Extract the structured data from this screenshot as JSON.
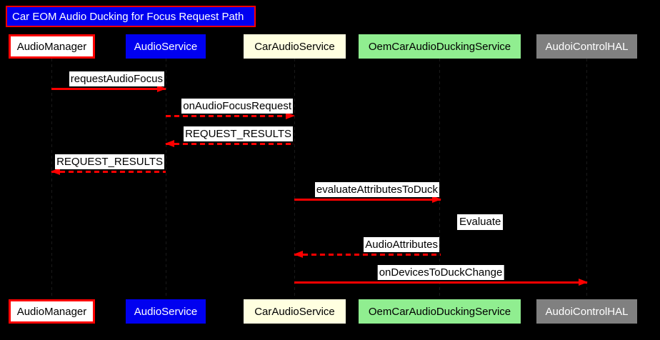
{
  "diagram": {
    "title": "Car EOM Audio Ducking for Focus Request Path",
    "background_color": "#000000",
    "accent_color": "#FF0000"
  },
  "participants": [
    {
      "id": "audiomanager",
      "label": "AudioManager",
      "fill": "#FFFFFF",
      "text_color": "#000000",
      "border": "#FF0000"
    },
    {
      "id": "audioservice",
      "label": "AudioService",
      "fill": "#0000F0",
      "text_color": "#FFFFFF",
      "border": "#0000F0"
    },
    {
      "id": "caraudioservice",
      "label": "CarAudioService",
      "fill": "#FFFFE0",
      "text_color": "#000000",
      "border": "#FFFFE0"
    },
    {
      "id": "oemducking",
      "label": "OemCarAudioDuckingService",
      "fill": "#90EE90",
      "text_color": "#000000",
      "border": "#90EE90"
    },
    {
      "id": "hal",
      "label": "AudoiControlHAL",
      "fill": "#808080",
      "text_color": "#FFFFFF",
      "border": "#808080"
    }
  ],
  "messages": [
    {
      "id": "m1",
      "label": "requestAudioFocus",
      "from": "audiomanager",
      "to": "audioservice",
      "style": "solid",
      "direction": "right"
    },
    {
      "id": "m2",
      "label": "onAudioFocusRequest",
      "from": "audioservice",
      "to": "caraudioservice",
      "style": "dashed",
      "direction": "right"
    },
    {
      "id": "m3",
      "label": "REQUEST_RESULTS",
      "from": "caraudioservice",
      "to": "audioservice",
      "style": "dashed",
      "direction": "left"
    },
    {
      "id": "m4",
      "label": "REQUEST_RESULTS",
      "from": "audioservice",
      "to": "audiomanager",
      "style": "dashed",
      "direction": "left"
    },
    {
      "id": "m5",
      "label": "evaluateAttributesToDuck",
      "from": "caraudioservice",
      "to": "oemducking",
      "style": "solid",
      "direction": "right"
    },
    {
      "id": "m6",
      "label": "AudioAttributes",
      "from": "oemducking",
      "to": "caraudioservice",
      "style": "dashed",
      "direction": "left"
    },
    {
      "id": "m7",
      "label": "onDevicesToDuckChange",
      "from": "caraudioservice",
      "to": "hal",
      "style": "solid",
      "direction": "right"
    }
  ],
  "notes": [
    {
      "id": "n1",
      "label": "Evaluate",
      "near": "oemducking"
    }
  ]
}
